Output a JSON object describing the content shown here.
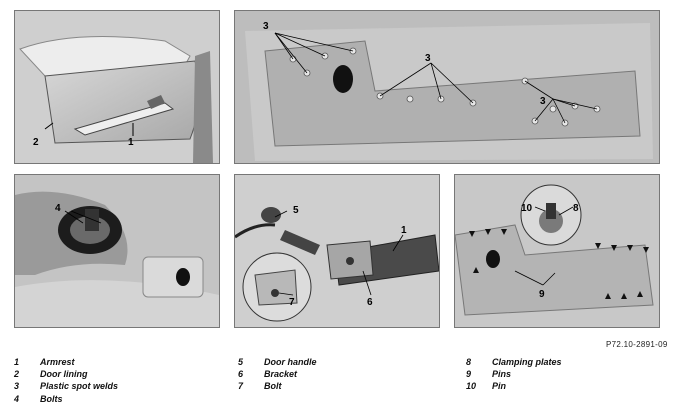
{
  "callouts": {
    "p1": [
      "1",
      "2"
    ],
    "p2": [
      "3",
      "3",
      "3"
    ],
    "p3": [
      "4"
    ],
    "p4": [
      "5",
      "1",
      "7",
      "6"
    ],
    "p5": [
      "10",
      "8",
      "9"
    ]
  },
  "figure_code": "P72.10-2891-09",
  "legend": [
    {
      "num": "1",
      "label": "Armrest"
    },
    {
      "num": "2",
      "label": "Door lining"
    },
    {
      "num": "3",
      "label": "Plastic spot welds"
    },
    {
      "num": "4",
      "label": "Bolts"
    },
    {
      "num": "5",
      "label": "Door handle"
    },
    {
      "num": "6",
      "label": "Bracket"
    },
    {
      "num": "7",
      "label": "Bolt"
    },
    {
      "num": "8",
      "label": "Clamping plates"
    },
    {
      "num": "9",
      "label": "Pins"
    },
    {
      "num": "10",
      "label": "Pin"
    }
  ]
}
